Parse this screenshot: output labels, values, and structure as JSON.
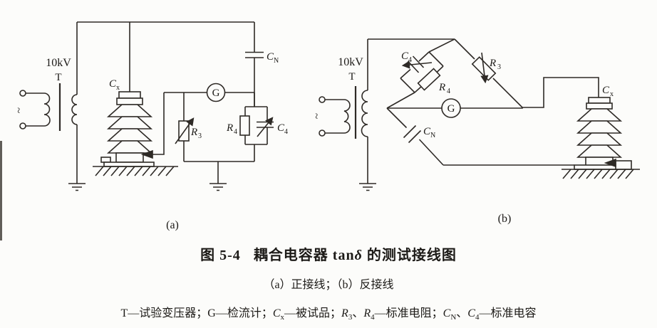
{
  "figure": {
    "background": "#fcfcfa",
    "line_color": "#2e2a26",
    "text_color": "#1c1a17"
  },
  "circuit_a": {
    "voltage": "10kV",
    "transformer": "T",
    "source_symbol": "~",
    "galvanometer": "G",
    "labels": {
      "cx": {
        "main": "C",
        "sub": "x"
      },
      "cn": {
        "main": "C",
        "sub": "N"
      },
      "r3": {
        "main": "R",
        "sub": "3"
      },
      "r4": {
        "main": "R",
        "sub": "4"
      },
      "c4": {
        "main": "C",
        "sub": "4"
      }
    },
    "sublabel": "(a)"
  },
  "circuit_b": {
    "voltage": "10kV",
    "transformer": "T",
    "source_symbol": "~",
    "galvanometer": "G",
    "labels": {
      "cx": {
        "main": "C",
        "sub": "x"
      },
      "cn": {
        "main": "C",
        "sub": "N"
      },
      "r3": {
        "main": "R",
        "sub": "3"
      },
      "r4": {
        "main": "R",
        "sub": "4"
      },
      "c4": {
        "main": "C",
        "sub": "4"
      }
    },
    "sublabel": "(b)"
  },
  "caption": {
    "figure_number": "图 5-4",
    "title_pre_delta": "耦合电容器 tan",
    "delta": "δ",
    "title_post_delta": " 的测试接线图",
    "subtitle": "（a）正接线；（b）反接线",
    "legend": {
      "seg_t_g": "T—试验变压器；G—检流计；",
      "cx_main": "C",
      "cx_sub": "x",
      "seg_device": "—被试品；",
      "r3_main": "R",
      "r3_sub": "3",
      "pause1": "、",
      "r4_main": "R",
      "r4_sub": "4",
      "seg_resistor": "—标准电阻；",
      "cn_main": "C",
      "cn_sub": "N",
      "pause2": "、",
      "c4_main": "C",
      "c4_sub": "4",
      "seg_capacitor": "—标准电容"
    }
  }
}
